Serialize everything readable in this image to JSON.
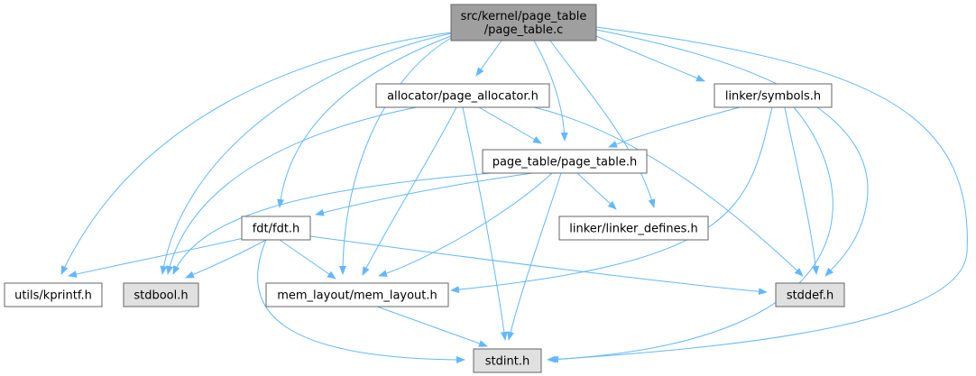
{
  "colors": {
    "edge": "#63b8ff",
    "border": "#666666",
    "node_fill": "#ffffff",
    "system_fill": "#e0e0e0",
    "root_fill": "#9f9f9f",
    "text": "#000000"
  },
  "nodes": {
    "root": {
      "lines": [
        "src/kernel/page_table",
        "/page_table.c"
      ],
      "kind": "root"
    },
    "page_allocator": {
      "lines": [
        "allocator/page_allocator.h"
      ],
      "kind": "file"
    },
    "symbols": {
      "lines": [
        "linker/symbols.h"
      ],
      "kind": "file"
    },
    "page_table_h": {
      "lines": [
        "page_table/page_table.h"
      ],
      "kind": "file"
    },
    "fdt": {
      "lines": [
        "fdt/fdt.h"
      ],
      "kind": "file"
    },
    "linker_defines": {
      "lines": [
        "linker/linker_defines.h"
      ],
      "kind": "file"
    },
    "kprintf": {
      "lines": [
        "utils/kprintf.h"
      ],
      "kind": "file"
    },
    "stdbool": {
      "lines": [
        "stdbool.h"
      ],
      "kind": "system"
    },
    "mem_layout": {
      "lines": [
        "mem_layout/mem_layout.h"
      ],
      "kind": "file"
    },
    "stddef": {
      "lines": [
        "stddef.h"
      ],
      "kind": "system"
    },
    "stdint": {
      "lines": [
        "stdint.h"
      ],
      "kind": "system"
    }
  },
  "edges": [
    [
      "root",
      "page_allocator"
    ],
    [
      "root",
      "symbols"
    ],
    [
      "root",
      "page_table_h"
    ],
    [
      "root",
      "fdt"
    ],
    [
      "root",
      "linker_defines"
    ],
    [
      "root",
      "kprintf"
    ],
    [
      "root",
      "stdbool"
    ],
    [
      "root",
      "mem_layout"
    ],
    [
      "root",
      "stddef"
    ],
    [
      "root",
      "stdint"
    ],
    [
      "page_allocator",
      "page_table_h"
    ],
    [
      "page_allocator",
      "stdbool"
    ],
    [
      "page_allocator",
      "mem_layout"
    ],
    [
      "page_allocator",
      "stddef"
    ],
    [
      "page_allocator",
      "stdint"
    ],
    [
      "symbols",
      "page_table_h"
    ],
    [
      "symbols",
      "mem_layout"
    ],
    [
      "symbols",
      "stddef"
    ],
    [
      "symbols",
      "stdint"
    ],
    [
      "page_table_h",
      "fdt"
    ],
    [
      "page_table_h",
      "linker_defines"
    ],
    [
      "page_table_h",
      "stdbool"
    ],
    [
      "page_table_h",
      "mem_layout"
    ],
    [
      "page_table_h",
      "stdint"
    ],
    [
      "fdt",
      "kprintf"
    ],
    [
      "fdt",
      "stdbool"
    ],
    [
      "fdt",
      "mem_layout"
    ],
    [
      "fdt",
      "stddef"
    ],
    [
      "fdt",
      "stdint"
    ],
    [
      "mem_layout",
      "stdint"
    ]
  ]
}
